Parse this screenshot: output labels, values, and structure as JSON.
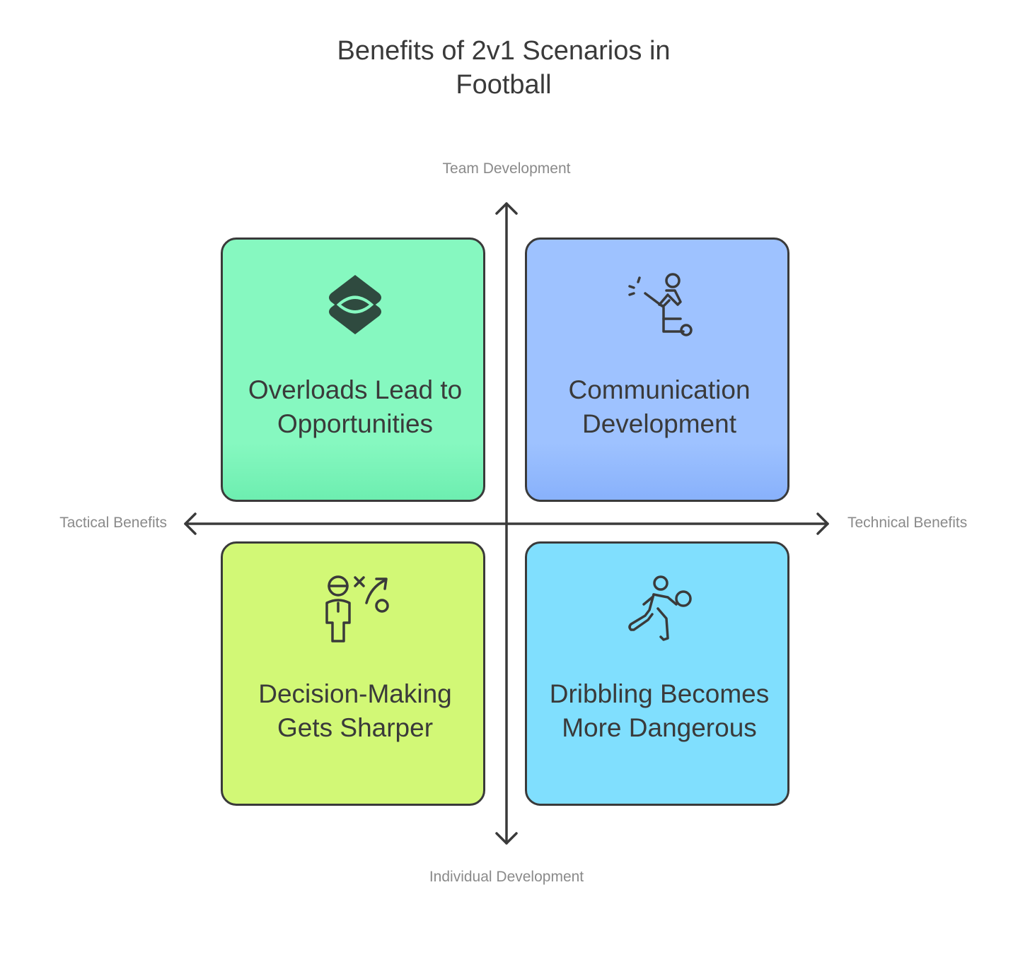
{
  "title": "Benefits of 2v1 Scenarios in\nFootball",
  "axes": {
    "top": "Team Development",
    "bottom": "Individual Development",
    "left": "Tactical Benefits",
    "right": "Technical Benefits"
  },
  "quadrants": [
    {
      "label": "Overloads Lead to Opportunities",
      "icon": "layers-icon",
      "color": "#86f8c0"
    },
    {
      "label": "Communication Development",
      "icon": "coach-pointing-icon",
      "color": "#9ec2ff"
    },
    {
      "label": "Decision-Making Gets Sharper",
      "icon": "tactics-player-icon",
      "color": "#d2f876"
    },
    {
      "label": "Dribbling Becomes More Dangerous",
      "icon": "dribbling-player-icon",
      "color": "#80dffe"
    }
  ]
}
